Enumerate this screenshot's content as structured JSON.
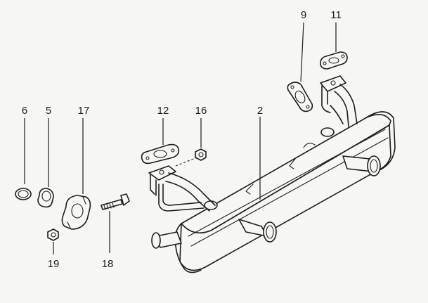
{
  "diagram": {
    "labels": [
      {
        "key": "p6",
        "text": "6"
      },
      {
        "key": "p5",
        "text": "5"
      },
      {
        "key": "p17",
        "text": "17"
      },
      {
        "key": "p12",
        "text": "12"
      },
      {
        "key": "p16",
        "text": "16"
      },
      {
        "key": "p2",
        "text": "2"
      },
      {
        "key": "p9",
        "text": "9"
      },
      {
        "key": "p11",
        "text": "11"
      },
      {
        "key": "p19",
        "text": "19"
      },
      {
        "key": "p18",
        "text": "18"
      }
    ],
    "parts": {
      "p2": "muffler",
      "p5": "ring",
      "p6": "seal-ring",
      "p9": "gasket",
      "p11": "gasket",
      "p12": "gasket",
      "p16": "nut",
      "p17": "clamp",
      "p18": "bolt",
      "p19": "nut"
    }
  }
}
